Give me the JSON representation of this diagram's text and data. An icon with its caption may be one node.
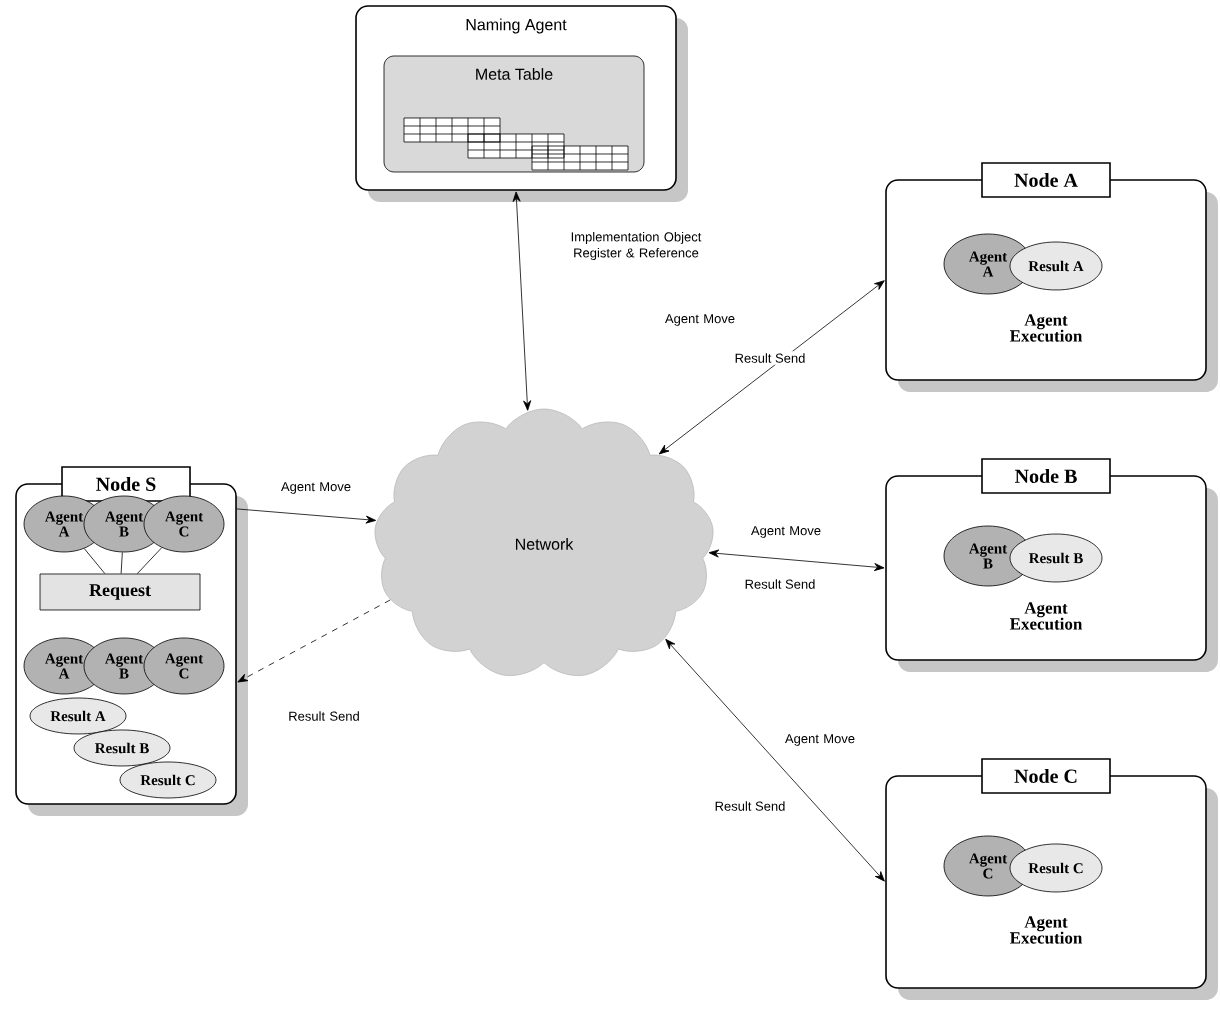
{
  "diagram": {
    "nodes": [
      {
        "text": [
          "Naming Agent"
        ]
      },
      {
        "text": [
          "Meta Table"
        ],
        "in": 0
      },
      {
        "text": [
          "Node S"
        ]
      },
      {
        "text": [
          "Agent A"
        ],
        "in": 2
      },
      {
        "text": [
          "Agent B"
        ],
        "in": 2
      },
      {
        "text": [
          "Agent C"
        ],
        "in": 2
      },
      {
        "text": [
          "Request"
        ],
        "in": 2
      },
      {
        "text": [
          "Agent A"
        ],
        "in": 2
      },
      {
        "text": [
          "Agent B"
        ],
        "in": 2
      },
      {
        "text": [
          "Agent C"
        ],
        "in": 2
      },
      {
        "text": [
          "Result A"
        ],
        "in": 2
      },
      {
        "text": [
          "Result B"
        ],
        "in": 2
      },
      {
        "text": [
          "Result C"
        ],
        "in": 2
      },
      {
        "text": [
          "Network"
        ]
      },
      {
        "text": [
          "Node A",
          "Agent Execution"
        ]
      },
      {
        "text": [
          "Agent A"
        ],
        "in": 14
      },
      {
        "text": [
          "Result A"
        ],
        "in": 14
      },
      {
        "text": [
          "Node B",
          "Agent Execution"
        ]
      },
      {
        "text": [
          "Agent B"
        ],
        "in": 17
      },
      {
        "text": [
          "Result B"
        ],
        "in": 17
      },
      {
        "text": [
          "Node C",
          "Agent Execution"
        ]
      },
      {
        "text": [
          "Agent C"
        ],
        "in": 20
      },
      {
        "text": [
          "Result C"
        ],
        "in": 20
      }
    ],
    "edges": [
      {
        "from": 0,
        "to": 13,
        "arrow": "both",
        "label": "Implementation Object Register & Reference"
      },
      {
        "from": 2,
        "to": 13,
        "arrow": "to",
        "label": "Agent Move"
      },
      {
        "from": 13,
        "to": 2,
        "arrow": "to",
        "style": "dashed",
        "label": "Result Send"
      },
      {
        "from": 13,
        "to": 14,
        "arrow": "both",
        "label": "Agent Move"
      },
      {
        "from": 13,
        "to": 17,
        "arrow": "both",
        "label": "Agent Move"
      },
      {
        "from": 13,
        "to": 20,
        "arrow": "both",
        "label": "Agent Move"
      },
      {
        "from": 3,
        "to": 6,
        "arrow": "none"
      },
      {
        "from": 4,
        "to": 6,
        "arrow": "none"
      },
      {
        "from": 5,
        "to": 6,
        "arrow": "none"
      }
    ],
    "labels": [
      "Result Send",
      "Result Send",
      "Result Send"
    ]
  }
}
